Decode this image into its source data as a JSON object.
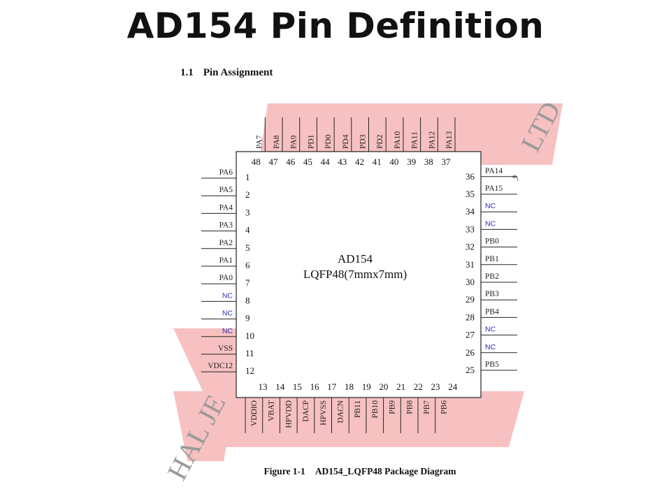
{
  "page": {
    "title": "AD154 Pin Definition"
  },
  "section": {
    "number": "1.1",
    "title": "Pin Assignment"
  },
  "chip": {
    "name": "AD154",
    "package": "LQFP48(7mmx7mm)"
  },
  "pins": {
    "left": [
      {
        "num": "1",
        "label": "PA6"
      },
      {
        "num": "2",
        "label": "PA5"
      },
      {
        "num": "3",
        "label": "PA4"
      },
      {
        "num": "4",
        "label": "PA3"
      },
      {
        "num": "5",
        "label": "PA2"
      },
      {
        "num": "6",
        "label": "PA1"
      },
      {
        "num": "7",
        "label": "PA0"
      },
      {
        "num": "8",
        "label": "NC"
      },
      {
        "num": "9",
        "label": "NC"
      },
      {
        "num": "10",
        "label": "NC"
      },
      {
        "num": "11",
        "label": "VSS"
      },
      {
        "num": "12",
        "label": "VDC12"
      }
    ],
    "bottom": [
      {
        "num": "13",
        "label": "VDDIO"
      },
      {
        "num": "14",
        "label": "VBAT"
      },
      {
        "num": "15",
        "label": "HPVDD"
      },
      {
        "num": "16",
        "label": "DACP"
      },
      {
        "num": "17",
        "label": "HPVSS"
      },
      {
        "num": "18",
        "label": "DACN"
      },
      {
        "num": "19",
        "label": "PB11"
      },
      {
        "num": "20",
        "label": "PB10"
      },
      {
        "num": "21",
        "label": "PB9"
      },
      {
        "num": "22",
        "label": "PB8"
      },
      {
        "num": "23",
        "label": "PB7"
      },
      {
        "num": "24",
        "label": "PB6"
      }
    ],
    "right": [
      {
        "num": "25",
        "label": "PB5"
      },
      {
        "num": "26",
        "label": "NC"
      },
      {
        "num": "27",
        "label": "NC"
      },
      {
        "num": "28",
        "label": "PB4"
      },
      {
        "num": "29",
        "label": "PB3"
      },
      {
        "num": "30",
        "label": "PB2"
      },
      {
        "num": "31",
        "label": "PB1"
      },
      {
        "num": "32",
        "label": "PB0"
      },
      {
        "num": "33",
        "label": "NC"
      },
      {
        "num": "34",
        "label": "NC"
      },
      {
        "num": "35",
        "label": "PA15"
      },
      {
        "num": "36",
        "label": "PA14"
      }
    ],
    "top": [
      {
        "num": "37",
        "label": "PA13"
      },
      {
        "num": "38",
        "label": "PA12"
      },
      {
        "num": "39",
        "label": "PA11"
      },
      {
        "num": "40",
        "label": "PA10"
      },
      {
        "num": "41",
        "label": "PD2"
      },
      {
        "num": "42",
        "label": "PD3"
      },
      {
        "num": "43",
        "label": "PD4"
      },
      {
        "num": "44",
        "label": "PD0"
      },
      {
        "num": "45",
        "label": "PD1"
      },
      {
        "num": "46",
        "label": "PA9"
      },
      {
        "num": "47",
        "label": "PA8"
      },
      {
        "num": "48",
        "label": "PA7"
      }
    ]
  },
  "colors": {
    "nc_label": "#2a2fb8",
    "watermark": "#f7c1c1",
    "outline": "#222222"
  },
  "watermark": {
    "texts": [
      "HAL JE",
      "LTD",
      ","
    ]
  },
  "figure": {
    "number": "Figure 1-1",
    "caption": "AD154_LQFP48 Package Diagram"
  }
}
